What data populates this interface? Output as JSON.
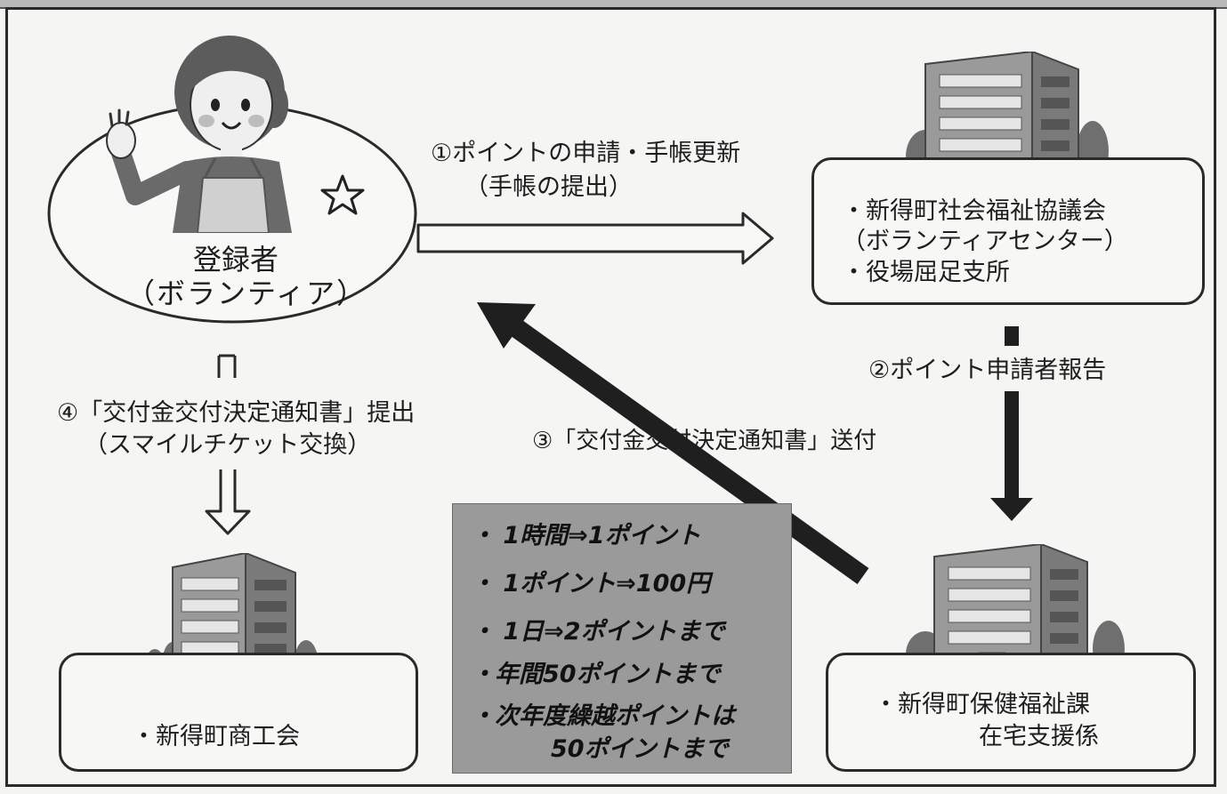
{
  "volunteer": {
    "label_line1": "登録者",
    "label_line2": "（ボランティア）"
  },
  "council": {
    "line1": "・新得町社会福祉協議会",
    "line2": "（ボランティアセンター）",
    "line3": "・役場屈足支所"
  },
  "health_dept": {
    "line1": "・新得町保健福祉課",
    "line2": "在宅支援係"
  },
  "commerce": {
    "line1": "・新得町商工会"
  },
  "steps": {
    "step1_line1": "①ポイントの申請・手帳更新",
    "step1_line2": "（手帳の提出）",
    "step2": "②ポイント申請者報告",
    "step3": "③「交付金交付決定通知書」送付",
    "step4_line1": "④「交付金交付決定通知書」提出",
    "step4_line2": "（スマイルチケット交換）"
  },
  "point_rules": [
    "・ 1時間⇒1ポイント",
    "・ 1ポイント⇒100円",
    "・ 1日⇒2ポイントまで",
    "・年間50ポイントまで",
    "・次年度繰越ポイントは",
    "50ポイントまで"
  ],
  "colors": {
    "line": "#2a2a2a",
    "info_bg": "#9a9a9a",
    "building": "#6f6f6f"
  }
}
